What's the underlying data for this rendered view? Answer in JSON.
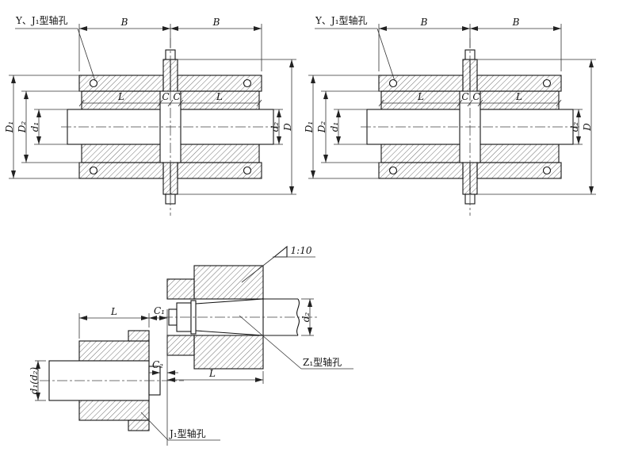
{
  "colors": {
    "background": "#ffffff",
    "line": "#141414"
  },
  "views": {
    "top_left_coupling": {
      "bore_label": "Y、J₁型轴孔",
      "dim_B_left": "B",
      "dim_B_right": "B",
      "dim_L_left": "L",
      "dim_C_left": "C",
      "dim_C_right": "C",
      "dim_L_right": "L",
      "dim_D1": "D₁",
      "dim_D2": "D₂",
      "dim_d1": "d₁",
      "dim_d2": "d₂",
      "dim_D": "D"
    },
    "top_right_coupling": {
      "bore_label": "Y、J₁型轴孔",
      "dim_B_left": "B",
      "dim_B_right": "B",
      "dim_L_left": "L",
      "dim_C_left": "C",
      "dim_C_right": "C",
      "dim_L_right": "L",
      "dim_D1": "D₁",
      "dim_D2": "D₂",
      "dim_d1": "d₁",
      "dim_d2": "d₂",
      "dim_D": "D"
    },
    "bottom_half_couplings": {
      "dim_L_j1": "L",
      "dim_C1": "C₁",
      "dim_C2": "C₂",
      "dim_L_z1": "L",
      "dim_d1_d2": "d₁(d₂)",
      "dim_d2": "d₂",
      "taper_label": "1:10",
      "z1_bore_label": "Z₁型轴孔",
      "j1_bore_label": "J₁型轴孔"
    }
  }
}
